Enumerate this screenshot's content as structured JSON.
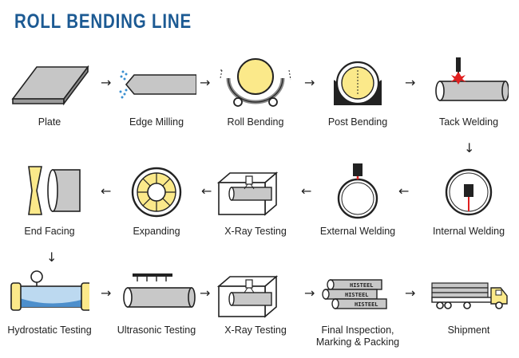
{
  "title": "ROLL BENDING LINE",
  "steps": [
    {
      "label": "Plate"
    },
    {
      "label": "Edge Milling"
    },
    {
      "label": "Roll Bending"
    },
    {
      "label": "Post Bending"
    },
    {
      "label": "Tack Welding"
    },
    {
      "label": "Internal Welding"
    },
    {
      "label": "External Welding"
    },
    {
      "label": "X-Ray Testing"
    },
    {
      "label": "Expanding"
    },
    {
      "label": "End Facing"
    },
    {
      "label": "Hydrostatic Testing"
    },
    {
      "label": "Ultrasonic Testing"
    },
    {
      "label": "X-Ray Testing"
    },
    {
      "label": "Final Inspection,\nMarking & Packing"
    },
    {
      "label": "Shipment"
    }
  ],
  "stamp_text": "HISTEEL",
  "colors": {
    "title": "#1c5a93",
    "pipe": "#c8c8c8",
    "yellow": "#fbe98a",
    "weld": "#e02020",
    "water": "#bcd9f0"
  },
  "icons": [
    "plate-icon",
    "edge-milling-icon",
    "roll-bending-icon",
    "post-bending-icon",
    "tack-welding-icon",
    "internal-welding-icon",
    "external-welding-icon",
    "xray-icon",
    "expanding-icon",
    "end-facing-icon",
    "hydrostatic-icon",
    "ultrasonic-icon",
    "xray-icon",
    "pipe-stack-icon",
    "truck-icon"
  ]
}
